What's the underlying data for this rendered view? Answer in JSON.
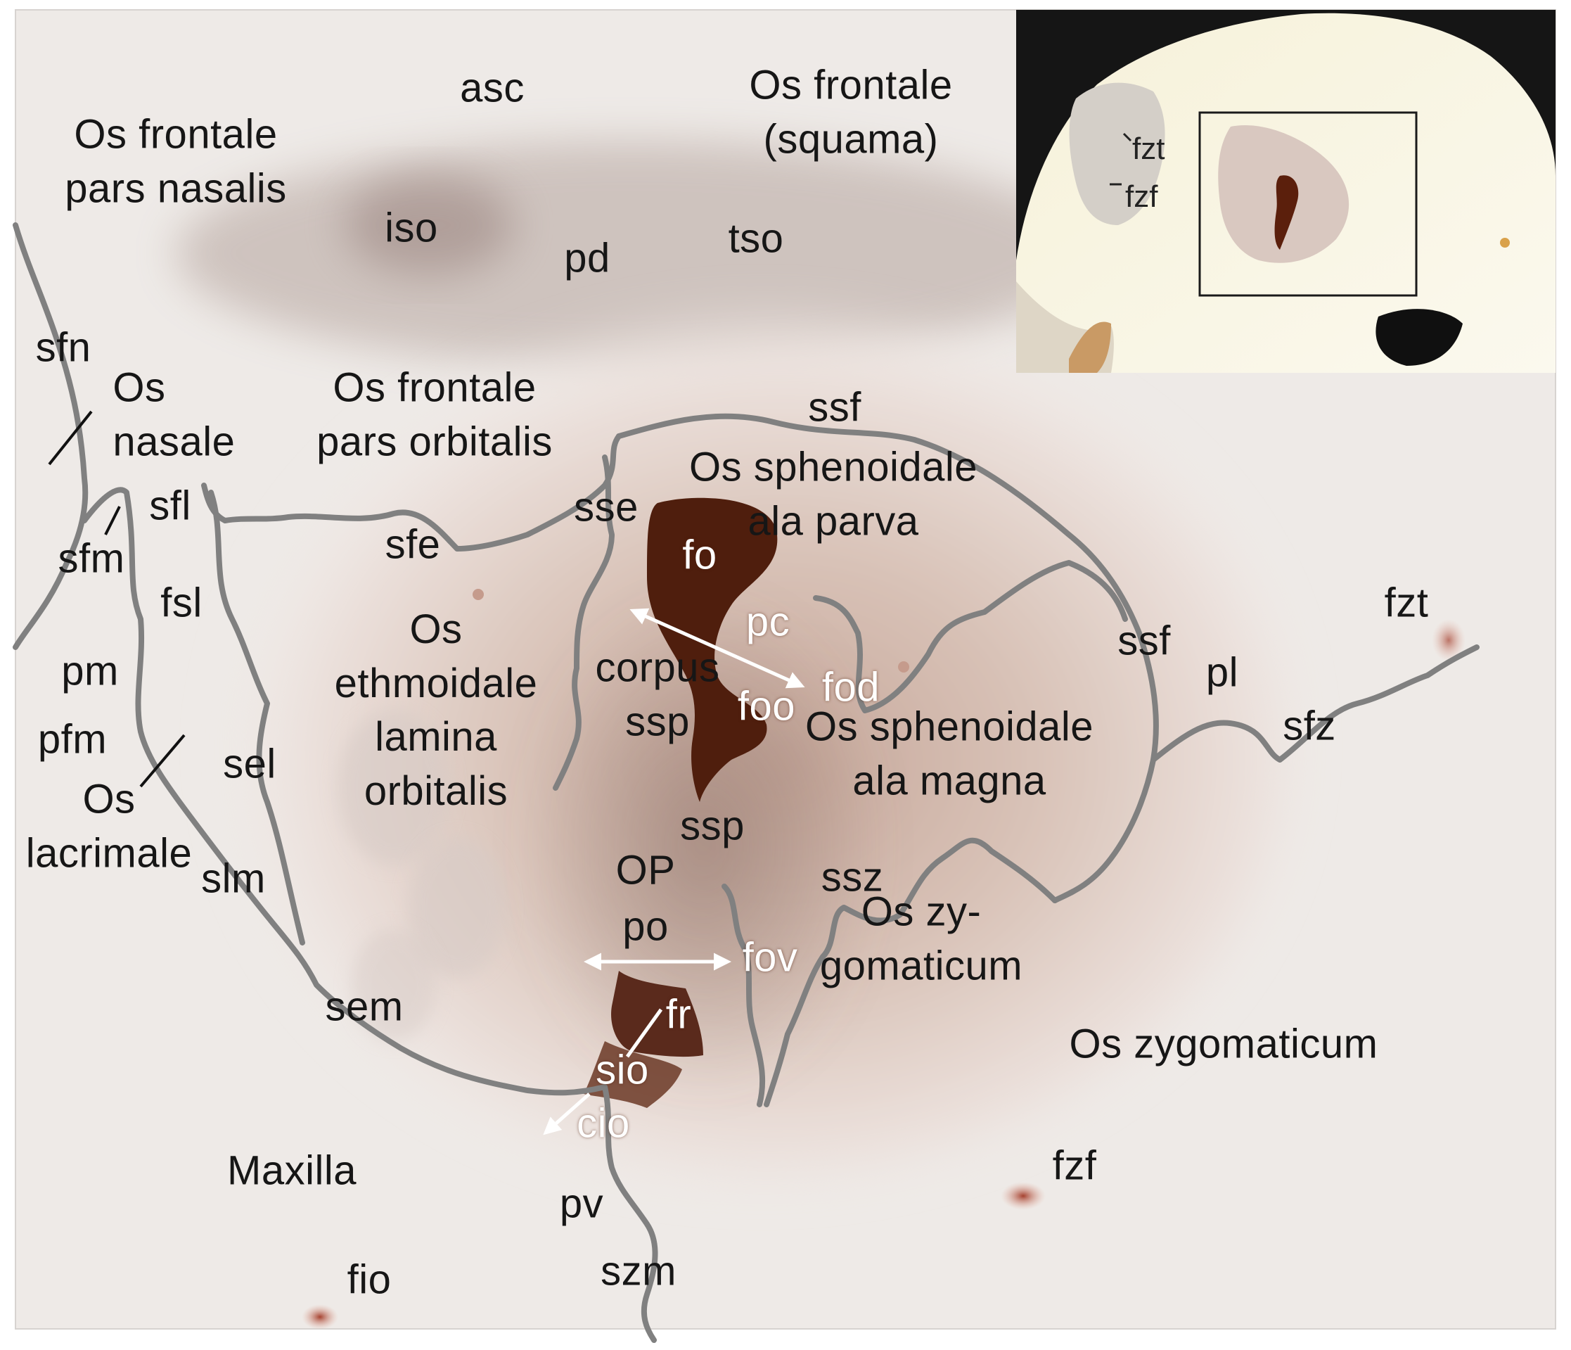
{
  "labels": {
    "asc": "asc",
    "os_frontale_squama": "Os frontale\n(squama)",
    "os_frontale_nasalis": "Os frontale\npars nasalis",
    "iso": "iso",
    "pd": "pd",
    "tso": "tso",
    "sfn": "sfn",
    "os_nasale": "Os\nnasale",
    "os_frontale_orbitalis": "Os frontale\npars orbitalis",
    "ssf_top": "ssf",
    "os_sphenoidale_parva": "Os sphenoidale\nala parva",
    "sfl": "sfl",
    "sfm": "sfm",
    "sse": "sse",
    "sfe": "sfe",
    "fo": "fo",
    "fsl": "fsl",
    "os_ethmoidale": "Os\nethmoidale\nlamina\norbitalis",
    "pc": "pc",
    "fzt": "fzt",
    "pm": "pm",
    "corpus_ssp": "corpus\nssp",
    "fod": "fod",
    "ssf_right": "ssf",
    "pl": "pl",
    "foo": "foo",
    "os_sphenoidale_magna": "Os sphenoidale\nala magna",
    "sfz": "sfz",
    "pfm": "pfm",
    "sel": "sel",
    "os_lacrimale": "Os\nlacrimale",
    "ssp": "ssp",
    "op": "OP",
    "slm": "slm",
    "ssz": "ssz",
    "os_zygomaticum_hyph": "Os zy-\ngomaticum",
    "po": "po",
    "fov": "fov",
    "sem": "sem",
    "fr": "fr",
    "os_zygomaticum": "Os zygomaticum",
    "sio": "sio",
    "cio": "cio",
    "maxilla": "Maxilla",
    "fzf": "fzf",
    "pv": "pv",
    "fio": "fio",
    "szm": "szm"
  },
  "inset": {
    "fzt": "fzt",
    "fzf": "fzf"
  }
}
